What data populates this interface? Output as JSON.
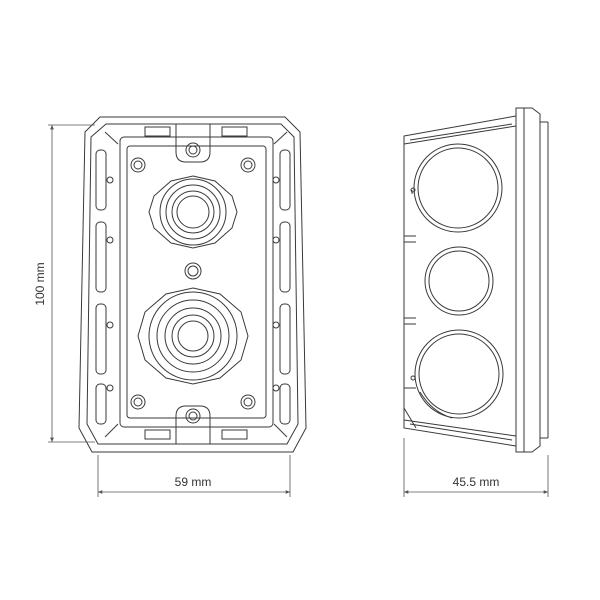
{
  "dimensions": {
    "height_label": "100 mm",
    "width_label": "59 mm",
    "depth_label": "45.5 mm"
  },
  "colors": {
    "line": "#3a3a3a",
    "dim_line": "#555555",
    "background": "#ffffff"
  }
}
